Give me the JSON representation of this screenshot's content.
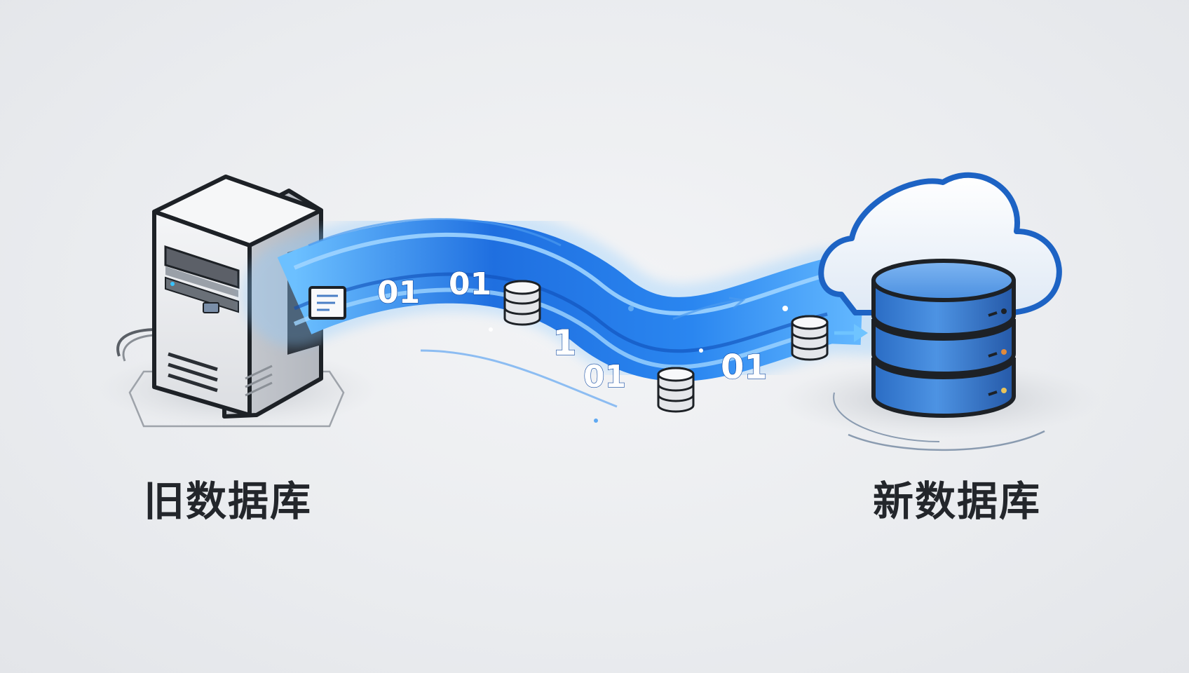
{
  "source": {
    "label": "旧数据库",
    "icon": "server-tower-icon"
  },
  "target": {
    "label": "新数据库",
    "icon": "cloud-database-icon"
  },
  "stream": {
    "icon": "data-stream-icon",
    "binary_tokens": [
      "01",
      "01",
      "1",
      "01",
      "01"
    ],
    "items": [
      "document-icon",
      "database-icon",
      "database-icon",
      "database-icon",
      "arrow-right-icon"
    ]
  },
  "colors": {
    "background": "#eceef1",
    "stream_blue": "#1e73e8",
    "stream_light": "#5fb4ff",
    "db_blue": "#3d84d6",
    "server_gray": "#e6e7ea",
    "outline": "#1d2126",
    "text": "#23262b"
  }
}
